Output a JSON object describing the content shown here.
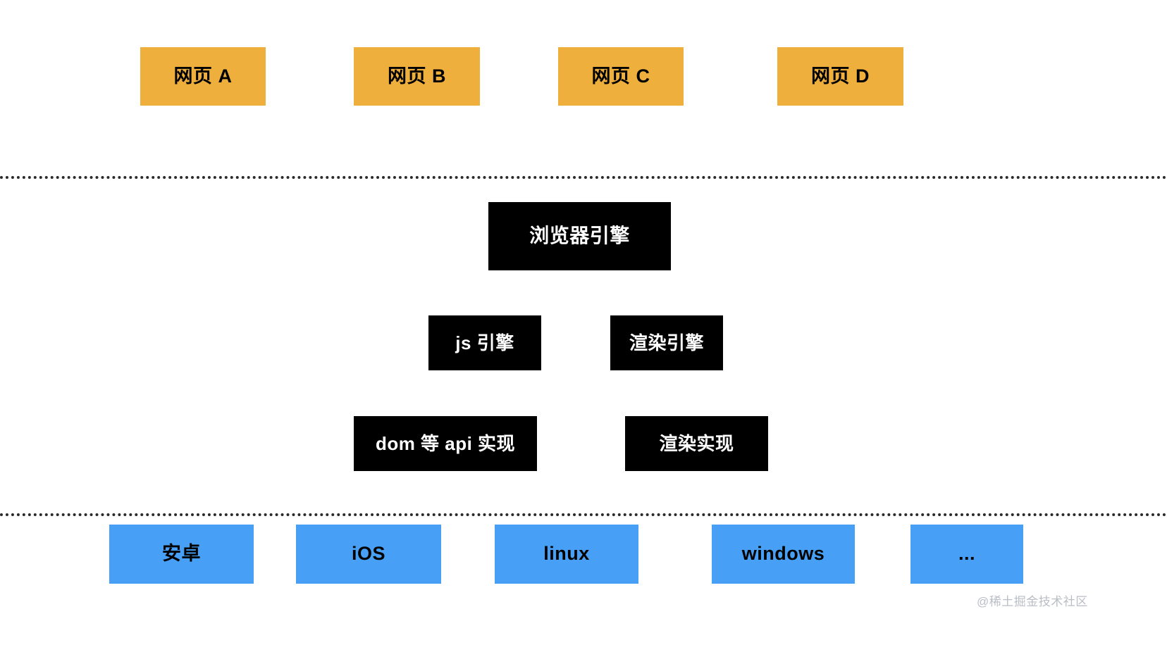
{
  "diagram": {
    "title": "browser-architecture-layers",
    "colors": {
      "page_box": "#EFAF3C",
      "engine_box": "#000000",
      "engine_text": "#FFFFFF",
      "os_box": "#47A0F5",
      "text_dark": "#000000",
      "divider": "#2B2B2B",
      "background": "#FFFFFF",
      "watermark": "#B9BEC6"
    },
    "layers": {
      "pages": {
        "boxes": [
          {
            "label": "网页 A"
          },
          {
            "label": "网页 B"
          },
          {
            "label": "网页 C"
          },
          {
            "label": "网页 D"
          }
        ]
      },
      "browser": {
        "top": {
          "label": "浏览器引擎"
        },
        "engines": [
          {
            "label": "js 引擎"
          },
          {
            "label": "渲染引擎"
          }
        ],
        "implementations": [
          {
            "label": "dom 等 api 实现"
          },
          {
            "label": "渲染实现"
          }
        ]
      },
      "platforms": {
        "boxes": [
          {
            "label": "安卓"
          },
          {
            "label": "iOS"
          },
          {
            "label": "linux"
          },
          {
            "label": "windows"
          },
          {
            "label": "..."
          }
        ]
      }
    },
    "watermark": "@稀土掘金技术社区"
  }
}
